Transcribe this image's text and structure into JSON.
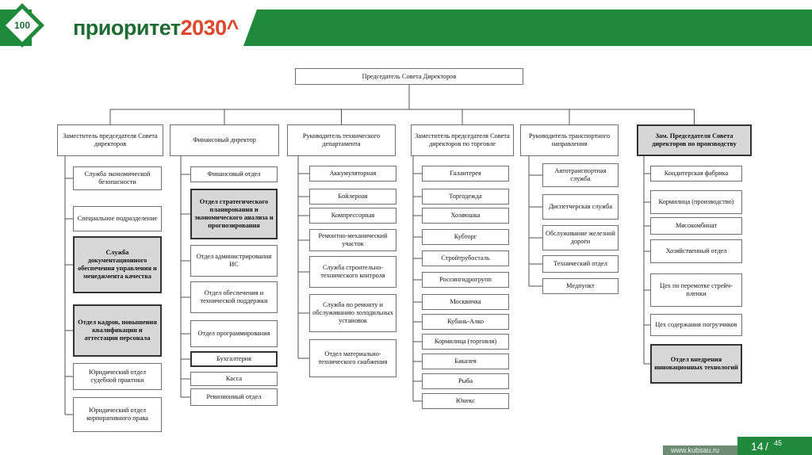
{
  "header": {
    "logo_text": "100",
    "brand_main": "приоритет",
    "brand_year": "2030",
    "brand_mark": "^"
  },
  "footer": {
    "url": "www.kubsau.ru",
    "page_current": "14",
    "page_sep": "/",
    "page_total": "45"
  },
  "org": {
    "top": "Председатель Совета Директоров",
    "divisions": [
      {
        "head": "Заместитель председателя Совета директоров",
        "units": [
          {
            "label": "Служба экономической безопасности",
            "style": "plain"
          },
          {
            "label": "Специальное подразделение",
            "style": "plain"
          },
          {
            "label": "Служба документационного обеспечения управления и менеджмента качества",
            "style": "grey"
          },
          {
            "label": "Отдел кадров, повышения квалификации и аттестации персонала",
            "style": "grey"
          },
          {
            "label": "Юридический отдел судебной практики",
            "style": "plain"
          },
          {
            "label": "Юридический отдел корпоративного права",
            "style": "plain"
          }
        ]
      },
      {
        "head": "Финансовый директор",
        "units": [
          {
            "label": "Финансовый отдел",
            "style": "plain"
          },
          {
            "label": "Отдел стратегического планирования и экономического анализа и прогнозирования",
            "style": "grey"
          },
          {
            "label": "Отдел администрирования ИС",
            "style": "plain"
          },
          {
            "label": "Отдел обеспечения и технической поддержки",
            "style": "plain"
          },
          {
            "label": "Отдел программирования",
            "style": "plain"
          },
          {
            "label": "Бухгалтерия",
            "style": "thick"
          },
          {
            "label": "Касса",
            "style": "plain"
          },
          {
            "label": "Ревизионный отдел",
            "style": "plain"
          }
        ]
      },
      {
        "head": "Руководитель технического департамента",
        "units": [
          {
            "label": "Аккумуляторная",
            "style": "plain"
          },
          {
            "label": "Бойлерная",
            "style": "plain"
          },
          {
            "label": "Компрессорная",
            "style": "plain"
          },
          {
            "label": "Ремонтно-механический участок",
            "style": "plain"
          },
          {
            "label": "Служба строительно-технического контроля",
            "style": "plain"
          },
          {
            "label": "Служба по ремонту и обслуживанию холодильных установок",
            "style": "plain"
          },
          {
            "label": "Отдел материально-технического снабжения",
            "style": "plain"
          }
        ]
      },
      {
        "head": "Заместитель председателя Совета директоров по торговле",
        "units": [
          {
            "label": "Галантерея",
            "style": "plain"
          },
          {
            "label": "Торгодежда",
            "style": "plain"
          },
          {
            "label": "Хозяюшка",
            "style": "plain"
          },
          {
            "label": "Кубторг",
            "style": "plain"
          },
          {
            "label": "Стройтрубосталь",
            "style": "plain"
          },
          {
            "label": "Россингидрогрупп",
            "style": "plain"
          },
          {
            "label": "Москвичка",
            "style": "plain"
          },
          {
            "label": "Кубань-Алко",
            "style": "plain"
          },
          {
            "label": "Кормилица (торговля)",
            "style": "plain"
          },
          {
            "label": "Бакалея",
            "style": "plain"
          },
          {
            "label": "Рыба",
            "style": "plain"
          },
          {
            "label": "Юнекс",
            "style": "plain"
          }
        ]
      },
      {
        "head": "Руководитель транспортного направления",
        "units": [
          {
            "label": "Автотранспортная служба",
            "style": "plain"
          },
          {
            "label": "Диспетчерская служба",
            "style": "plain"
          },
          {
            "label": "Обслуживание железной дороги",
            "style": "plain"
          },
          {
            "label": "Технический отдел",
            "style": "plain"
          },
          {
            "label": "Медпункт",
            "style": "plain"
          }
        ]
      },
      {
        "head": "Зам. Председателя Совета директоров по производству",
        "head_style": "grey",
        "units": [
          {
            "label": "Кондитерская фабрика",
            "style": "plain"
          },
          {
            "label": "Кормилица (производство)",
            "style": "plain"
          },
          {
            "label": "Мясокомбинат",
            "style": "plain"
          },
          {
            "label": "Хозяйственный отдел",
            "style": "plain"
          },
          {
            "label": "Цех по перемотке стрейч-пленки",
            "style": "plain"
          },
          {
            "label": "Цех содержания погрузчиков",
            "style": "plain"
          },
          {
            "label": "Отдел внедрения инновационных технологий",
            "style": "grey"
          }
        ]
      }
    ]
  }
}
